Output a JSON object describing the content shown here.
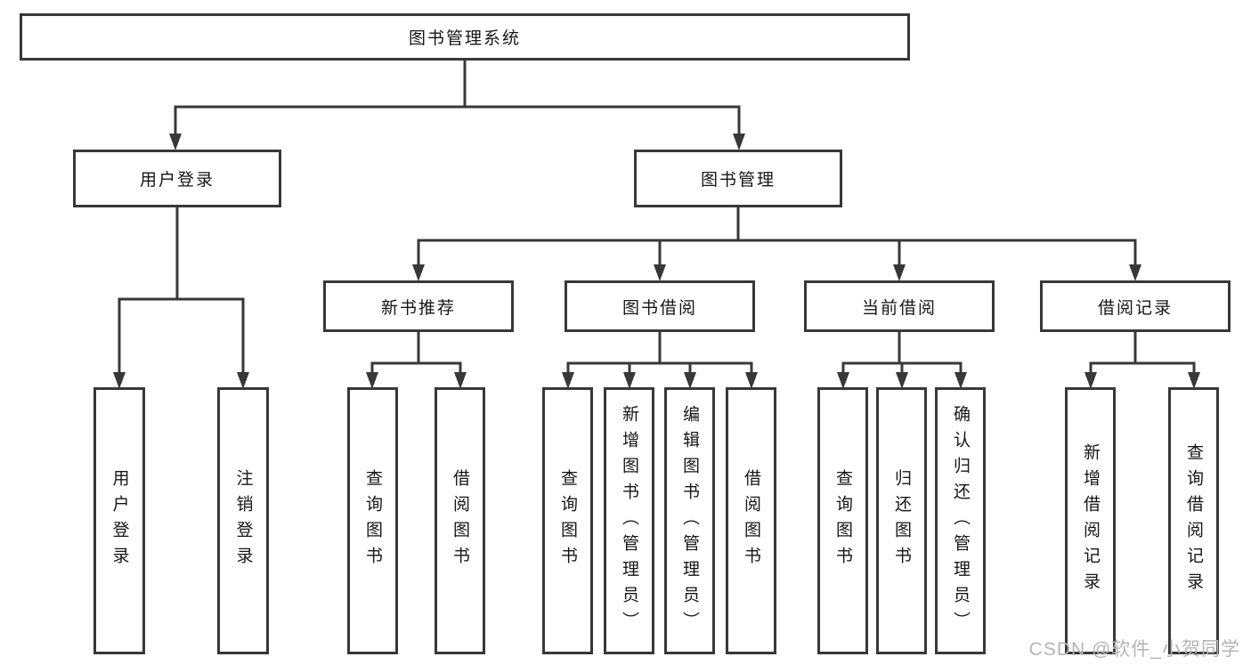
{
  "diagram": {
    "type": "hierarchy-tree",
    "root": {
      "label": "图书管理系统",
      "children": [
        {
          "label": "用户登录",
          "children": [
            {
              "label": "用户登录"
            },
            {
              "label": "注销登录"
            }
          ]
        },
        {
          "label": "图书管理",
          "children": [
            {
              "label": "新书推荐",
              "children": [
                {
                  "label": "查询图书"
                },
                {
                  "label": "借阅图书"
                }
              ]
            },
            {
              "label": "图书借阅",
              "children": [
                {
                  "label": "查询图书"
                },
                {
                  "label": "新增图书（管理员）"
                },
                {
                  "label": "编辑图书（管理员）"
                },
                {
                  "label": "借阅图书"
                }
              ]
            },
            {
              "label": "当前借阅",
              "children": [
                {
                  "label": "查询图书"
                },
                {
                  "label": "归还图书"
                },
                {
                  "label": "确认归还（管理员）"
                }
              ]
            },
            {
              "label": "借阅记录",
              "children": [
                {
                  "label": "新增借阅记录"
                },
                {
                  "label": "查询借阅记录"
                }
              ]
            }
          ]
        }
      ]
    }
  },
  "watermark": {
    "text": "CSDN @软件_小贺同学"
  },
  "colors": {
    "line": "#38383a",
    "box_border": "#38383a",
    "box_fill": "#ffffff",
    "text": "#161616",
    "watermark": "#b5b5b5",
    "background": "#ffffff"
  }
}
